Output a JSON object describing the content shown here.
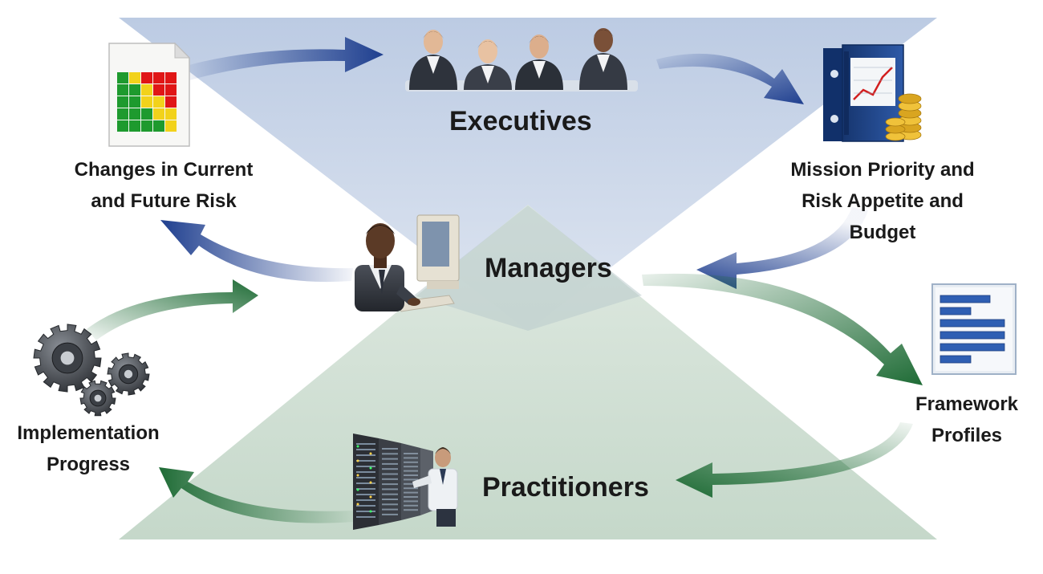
{
  "diagram": {
    "tiers": {
      "executives": "Executives",
      "managers": "Managers",
      "practitioners": "Practitioners"
    },
    "nodes": {
      "risk_changes": [
        "Changes in Current",
        "and Future Risk"
      ],
      "mission_priority": [
        "Mission Priority and",
        "Risk Appetite and",
        "Budget"
      ],
      "framework_profiles": [
        "Framework",
        "Profiles"
      ],
      "implementation_progress": [
        "Implementation",
        "Progress"
      ]
    },
    "icons": {
      "executives": "executives-meeting-icon",
      "managers": "manager-at-computer-icon",
      "practitioners": "practitioner-server-room-icon",
      "risk_changes": "risk-heatmap-document-icon",
      "mission_priority": "budget-binder-icon",
      "framework_profiles": "framework-profile-document-icon",
      "implementation_progress": "gears-icon"
    },
    "colors": {
      "executive_triangle": "#c9d5e8",
      "practitioner_triangle": "#cfddd2",
      "overlap_diamond": "#bfcfd0",
      "blue_arrow": "#1f3f8f",
      "green_arrow": "#1e6b35"
    }
  }
}
